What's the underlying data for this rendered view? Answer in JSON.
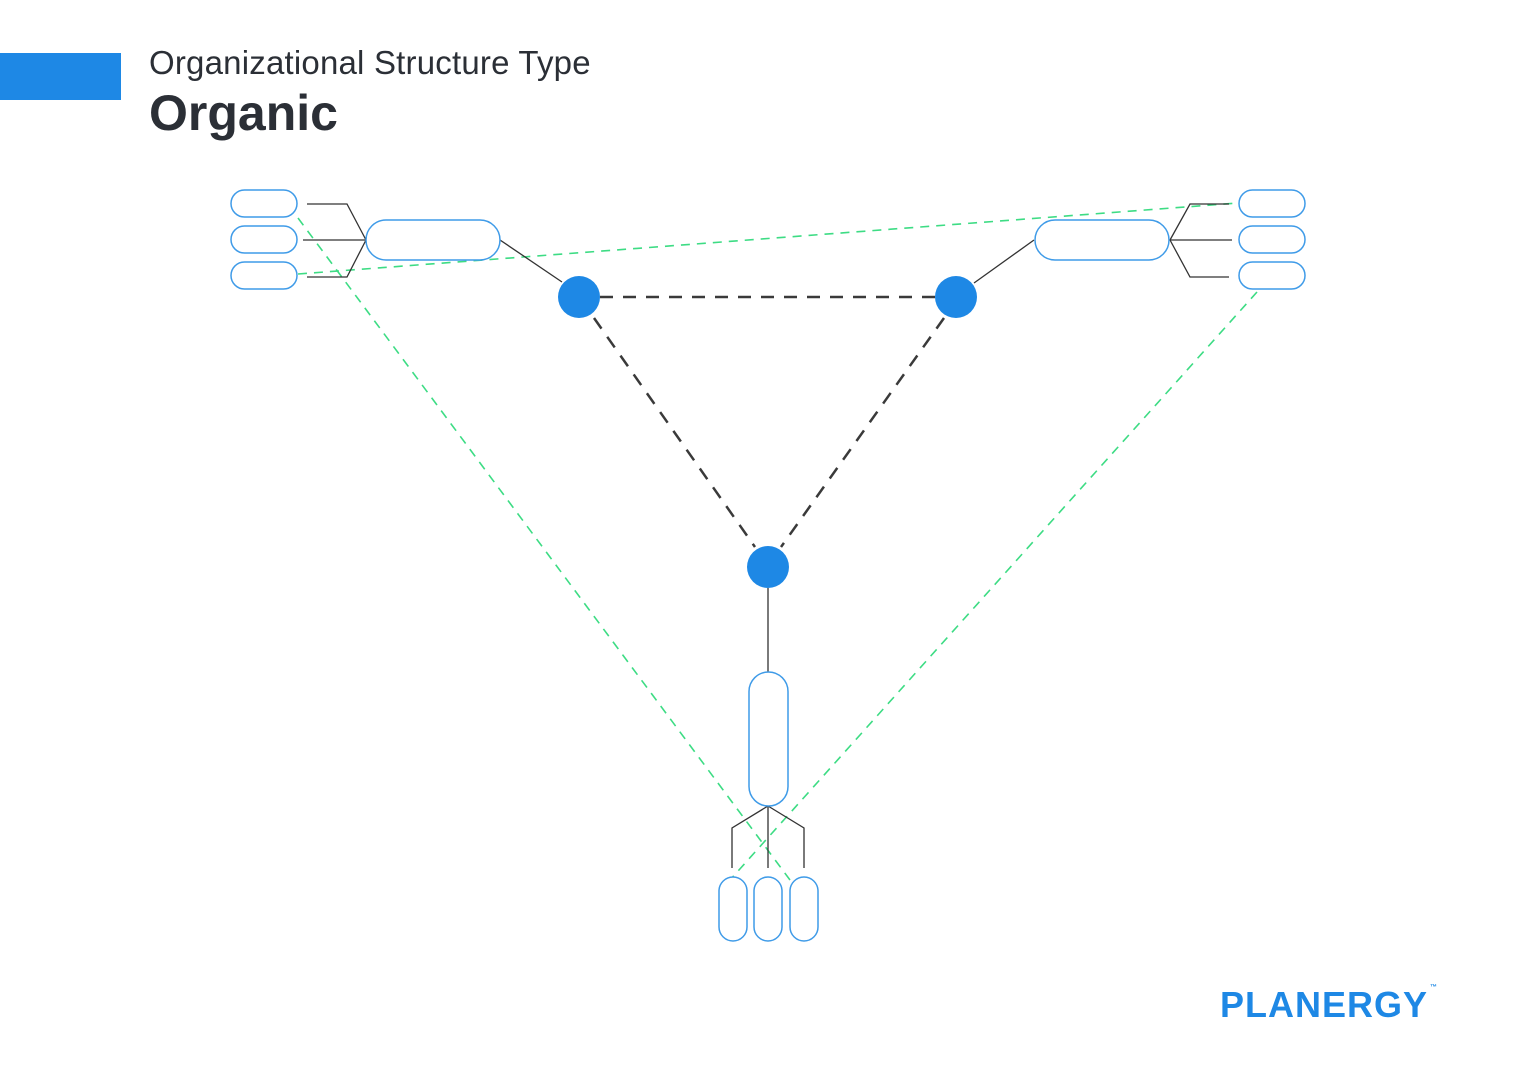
{
  "header": {
    "subtitle": "Organizational Structure Type",
    "title": "Organic"
  },
  "logo": {
    "text": "PLANERGY",
    "trademark": "™"
  },
  "colors": {
    "accent": "#1e88e5",
    "node": "#1e88e5",
    "box_stroke": "#3f9be8",
    "connector": "#333333",
    "cross_link": "#3ddc84",
    "logo_accent": "#ff6b3d"
  },
  "diagram": {
    "hubs": [
      "hub-left",
      "hub-right",
      "hub-bottom"
    ],
    "groups": [
      {
        "name": "left-group",
        "lead": "left",
        "members": 3
      },
      {
        "name": "right-group",
        "lead": "right",
        "members": 3
      },
      {
        "name": "bottom-group",
        "lead": "bottom",
        "members": 3
      }
    ]
  }
}
